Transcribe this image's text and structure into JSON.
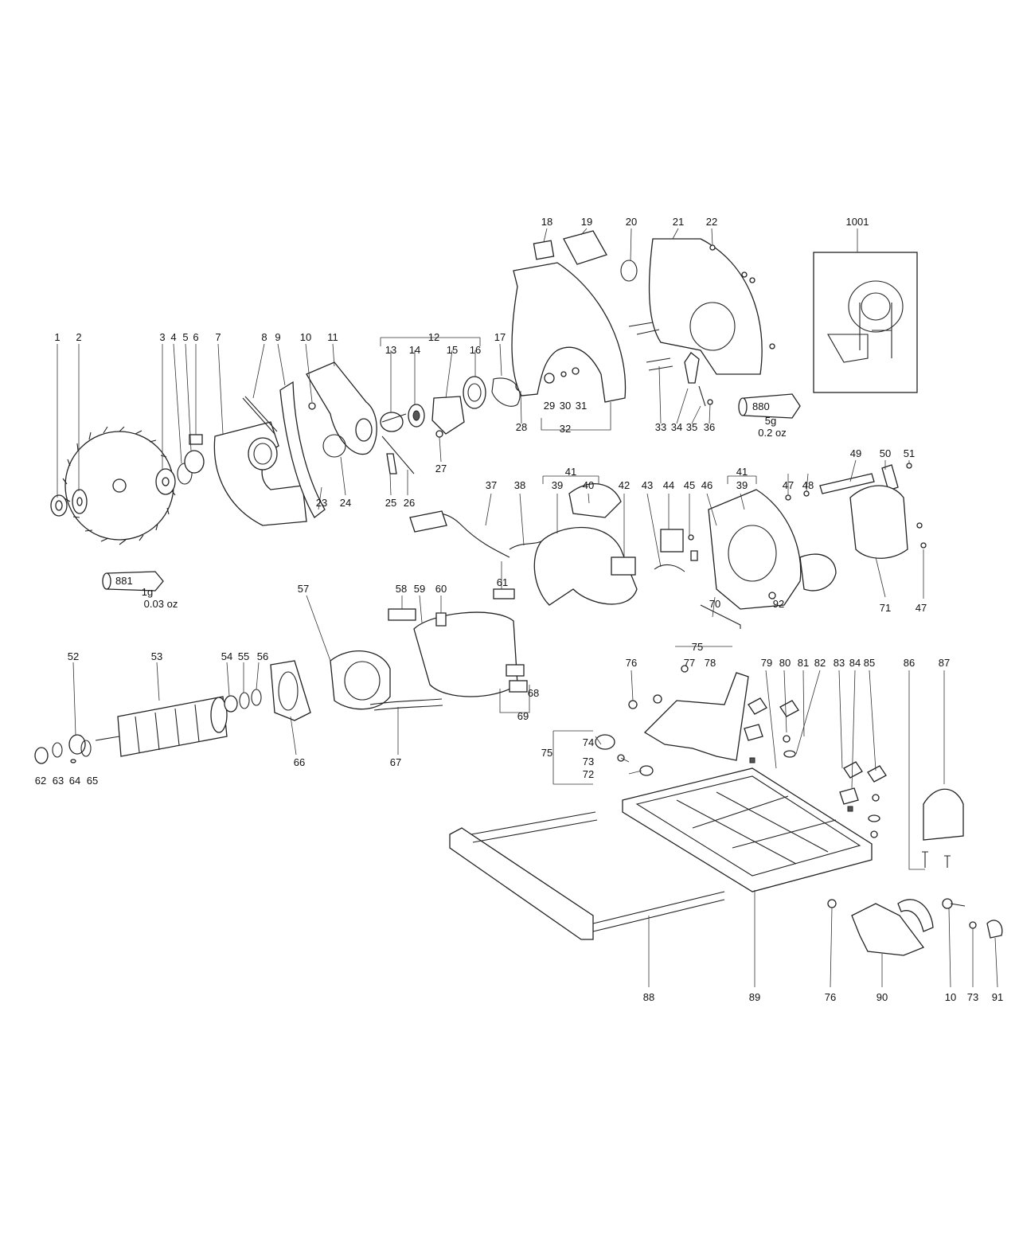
{
  "callouts": {
    "n1": "1",
    "n2": "2",
    "n3": "3",
    "n4": "4",
    "n5": "5",
    "n6": "6",
    "n7": "7",
    "n8": "8",
    "n9": "9",
    "n10": "10",
    "n11": "11",
    "n12": "12",
    "n13": "13",
    "n14": "14",
    "n15": "15",
    "n16": "16",
    "n17": "17",
    "n18": "18",
    "n19": "19",
    "n20": "20",
    "n21": "21",
    "n22": "22",
    "n23": "23",
    "n24": "24",
    "n25": "25",
    "n26": "26",
    "n27": "27",
    "n28": "28",
    "n29": "29",
    "n30": "30",
    "n31": "31",
    "n32": "32",
    "n33": "33",
    "n34": "34",
    "n35": "35",
    "n36": "36",
    "n37": "37",
    "n38": "38",
    "n39a": "39",
    "n39b": "39",
    "n40": "40",
    "n41a": "41",
    "n41b": "41",
    "n42": "42",
    "n43": "43",
    "n44": "44",
    "n45": "45",
    "n46": "46",
    "n47a": "47",
    "n47b": "47",
    "n48": "48",
    "n49": "49",
    "n50": "50",
    "n51": "51",
    "n52": "52",
    "n53": "53",
    "n54": "54",
    "n55": "55",
    "n56": "56",
    "n57": "57",
    "n58": "58",
    "n59": "59",
    "n60": "60",
    "n61": "61",
    "n62": "62",
    "n63": "63",
    "n64": "64",
    "n65": "65",
    "n66": "66",
    "n67": "67",
    "n68": "68",
    "n69": "69",
    "n70": "70",
    "n71": "71",
    "n72": "72",
    "n73a": "73",
    "n73b": "73",
    "n74": "74",
    "n75a": "75",
    "n75b": "75",
    "n76a": "76",
    "n76b": "76",
    "n77": "77",
    "n78": "78",
    "n79": "79",
    "n80": "80",
    "n81": "81",
    "n82": "82",
    "n83": "83",
    "n84": "84",
    "n85": "85",
    "n86": "86",
    "n87": "87",
    "n88": "88",
    "n89": "89",
    "n90": "90",
    "n10b": "10",
    "n91": "91",
    "n92": "92",
    "n1001": "1001"
  },
  "grease": {
    "g881_label": "881",
    "g881_amount": "1g",
    "g881_oz": "0.03 oz",
    "g880_label": "880",
    "g880_amount": "5g",
    "g880_oz": "0.2 oz"
  }
}
